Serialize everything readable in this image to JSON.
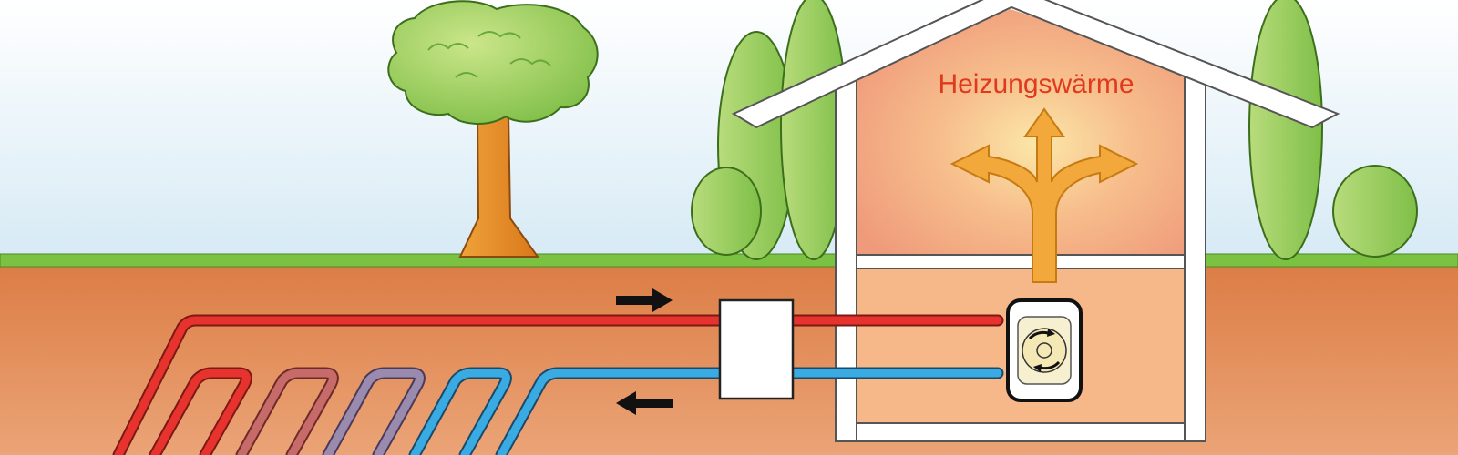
{
  "house": {
    "heat_label": "Heizungswärme"
  },
  "colors": {
    "sky_top": "#ffffff",
    "sky_bottom": "#d8ebf5",
    "grass": "#7cc242",
    "soil_top": "#e0824b",
    "soil_bottom": "#ea9a6c",
    "warm_pipe": "#e8322d",
    "cold_pipe": "#3aaae2",
    "heat_arrow": "#f2a83a",
    "house_wall": "#ffffff",
    "tree_green": "#9ed160",
    "tree_trunk": "#e08a1c"
  },
  "flow": {
    "supply_direction": "right",
    "return_direction": "left"
  }
}
